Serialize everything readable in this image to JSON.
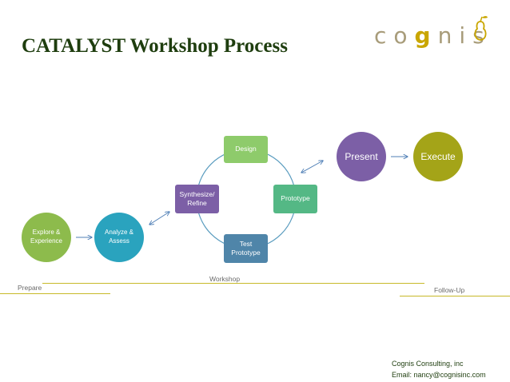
{
  "title": "CATALYST Workshop Process",
  "logo": {
    "prefix": "co",
    "highlight": "g",
    "suffix": "nis"
  },
  "nodes": {
    "explore": "Explore &\nExperience",
    "analyze": "Analyze &\nAssess",
    "design": "Design",
    "synthesize": "Synthesize/\nRefine",
    "prototype": "Prototype",
    "test": "Test\nPrototype",
    "present": "Present",
    "execute": "Execute"
  },
  "phases": {
    "prepare": "Prepare",
    "workshop": "Workshop",
    "follow_up": "Follow-Up"
  },
  "footer": {
    "company": "Cognis Consulting, inc",
    "email": "Email: nancy@cognisinc.com"
  },
  "colors": {
    "title": "#1e3d0e",
    "explore": "#8dbb4c",
    "analyze": "#2aa3be",
    "design": "#8ecb6b",
    "synthesize": "#7c5fa6",
    "prototype": "#54b885",
    "test": "#4f85a9",
    "present": "#7c5fa6",
    "execute": "#a4a418",
    "phase_line": "#c7b928",
    "arrow": "#4f7fb6"
  }
}
